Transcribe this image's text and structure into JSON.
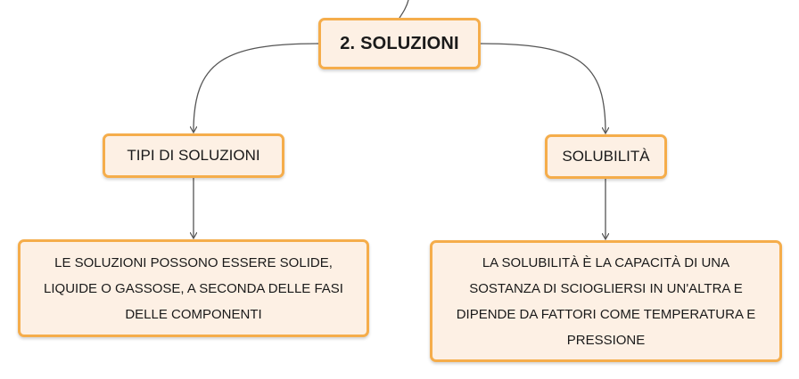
{
  "diagram": {
    "root": {
      "label": "2. SOLUZIONI"
    },
    "branches": [
      {
        "label": "TIPI DI SOLUZIONI",
        "detail": "LE SOLUZIONI POSSONO ESSERE SOLIDE, LIQUIDE O GASSOSE, A SECONDA DELLE FASI DELLE COMPONENTI"
      },
      {
        "label": "SOLUBILITÀ",
        "detail": "LA SOLUBILITÀ È LA CAPACITÀ DI UNA SOSTANZA DI SCIOGLIERSI IN UN'ALTRA E DIPENDE DA FATTORI COME TEMPERATURA E PRESSIONE"
      }
    ]
  },
  "colors": {
    "node_fill": "#fdf0e4",
    "node_border": "#f5ad4b",
    "connector": "#555555"
  }
}
